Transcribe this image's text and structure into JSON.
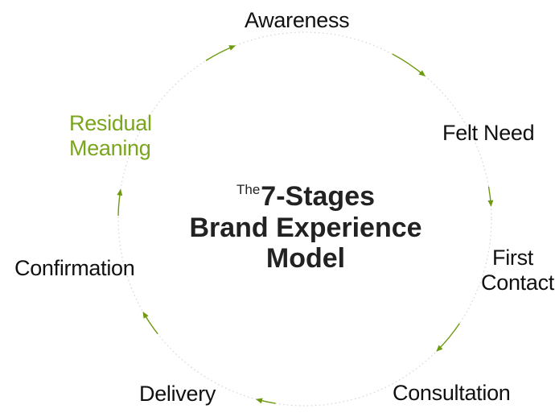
{
  "diagram": {
    "title_prefix": "The",
    "title_lines": [
      "7-Stages",
      "Brand Experience",
      "Model"
    ],
    "stages": [
      {
        "id": "awareness",
        "lines": [
          "Awareness"
        ],
        "highlight": false
      },
      {
        "id": "felt-need",
        "lines": [
          "Felt Need"
        ],
        "highlight": false
      },
      {
        "id": "first-contact",
        "lines": [
          "First",
          "Contact"
        ],
        "highlight": false
      },
      {
        "id": "consultation",
        "lines": [
          "Consultation"
        ],
        "highlight": false
      },
      {
        "id": "delivery",
        "lines": [
          "Delivery"
        ],
        "highlight": false
      },
      {
        "id": "confirmation",
        "lines": [
          "Confirmation"
        ],
        "highlight": false
      },
      {
        "id": "residual-meaning",
        "lines": [
          "Residual",
          "Meaning"
        ],
        "highlight": true
      }
    ],
    "colors": {
      "text": "#111111",
      "highlight": "#7aa51d",
      "arrow": "#6e9a10",
      "circle": "#d4d4d4"
    }
  }
}
